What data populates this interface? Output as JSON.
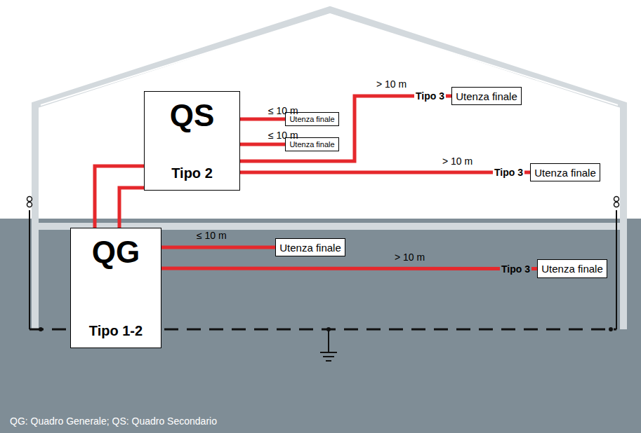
{
  "diagram": {
    "caption": "QG: Quadro Generale; QS: Quadro Secondario",
    "nodes": [
      {
        "text": [
          "QS",
          "Tipo 2"
        ]
      },
      {
        "text": [
          "Utenza finale"
        ]
      },
      {
        "text": [
          "Utenza finale"
        ]
      },
      {
        "text": [
          "Utenza finale"
        ]
      },
      {
        "text": [
          "Utenza finale"
        ]
      },
      {
        "text": [
          "QG",
          "Tipo 1-2"
        ]
      },
      {
        "text": [
          "Utenza finale"
        ]
      },
      {
        "text": [
          "Utenza finale"
        ]
      }
    ],
    "edges": [
      {
        "from": 0,
        "to": 1,
        "arrow": "none",
        "label": "≤ 10 m"
      },
      {
        "from": 0,
        "to": 2,
        "arrow": "none",
        "label": "≤ 10 m"
      },
      {
        "from": 0,
        "to": 3,
        "arrow": "none",
        "label": "> 10 m"
      },
      {
        "from": 0,
        "to": 4,
        "arrow": "none",
        "label": "> 10 m"
      },
      {
        "from": 5,
        "to": 0,
        "arrow": "none"
      },
      {
        "from": 5,
        "to": 0,
        "arrow": "none"
      },
      {
        "from": 5,
        "to": 6,
        "arrow": "none",
        "label": "≤ 10 m"
      },
      {
        "from": 5,
        "to": 7,
        "arrow": "none",
        "label": "> 10 m"
      }
    ],
    "labels": [
      "Tipo 3",
      "Tipo 3",
      "Tipo 3"
    ]
  }
}
